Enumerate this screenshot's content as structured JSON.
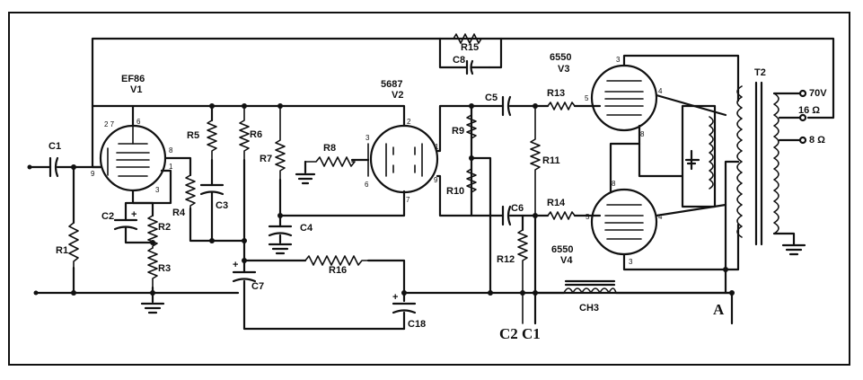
{
  "tubes": {
    "v1": {
      "type": "EF86",
      "ref": "V1"
    },
    "v2": {
      "type": "5687",
      "ref": "V2"
    },
    "v3": {
      "type": "6550",
      "ref": "V3"
    },
    "v4": {
      "type": "6550",
      "ref": "V4"
    }
  },
  "resistors": {
    "r1": "R1",
    "r2": "R2",
    "r3": "R3",
    "r4": "R4",
    "r5": "R5",
    "r6": "R6",
    "r7": "R7",
    "r8": "R8",
    "r9": "R9",
    "r10": "R10",
    "r11": "R11",
    "r12": "R12",
    "r13": "R13",
    "r14": "R14",
    "r15": "R15",
    "r16": "R16"
  },
  "capacitors": {
    "c1": "C1",
    "c2": "C2",
    "c3": "C3",
    "c4": "C4",
    "c5": "C5",
    "c6": "C6",
    "c7": "C7",
    "c8": "C8",
    "c18": "C18"
  },
  "other": {
    "choke": "CH3",
    "transformer": "T2"
  },
  "outputs": {
    "tap_70v": "70V",
    "tap_16": "16 Ω",
    "tap_8": "8 Ω"
  },
  "v1_pins": {
    "p27": "2 7",
    "p6": "6",
    "p8": "8",
    "p9": "9",
    "p3": "3",
    "p1": "1"
  },
  "v2_pins": {
    "p2": "2",
    "p3": "3",
    "p6": "6",
    "p1": "1",
    "p9": "9",
    "p7": "7"
  },
  "v3_pins": {
    "p3": "3",
    "p5": "5",
    "p4": "4",
    "p8": "8"
  },
  "v4_pins": {
    "p8": "8",
    "p5": "5",
    "p4": "4",
    "p3": "3"
  },
  "annotations": {
    "a": "A",
    "c2c1": "C2 C1"
  }
}
